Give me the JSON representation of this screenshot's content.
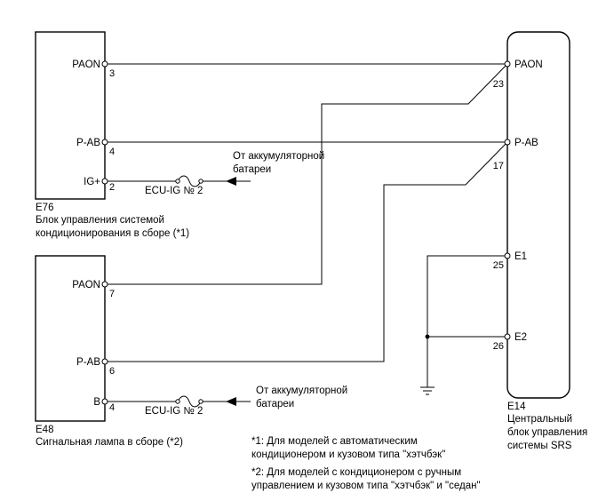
{
  "e76": {
    "code": "E76",
    "name_line1": "Блок управления системой",
    "name_line2": "кондиционирования в сборе (*1)",
    "pins": [
      {
        "signal": "PAON",
        "number": "3"
      },
      {
        "signal": "P-AB",
        "number": "4"
      },
      {
        "signal": "IG+",
        "number": "2"
      }
    ],
    "battery_line1": "От аккумуляторной",
    "battery_line2": "батареи",
    "fuse": "ECU-IG № 2"
  },
  "e48": {
    "code": "E48",
    "name": "Сигнальная лампа в сборе (*2)",
    "pins": [
      {
        "signal": "PAON",
        "number": "7"
      },
      {
        "signal": "P-AB",
        "number": "6"
      },
      {
        "signal": "B",
        "number": "4"
      }
    ],
    "battery_line1": "От аккумуляторной",
    "battery_line2": "батареи",
    "fuse": "ECU-IG № 2"
  },
  "e14": {
    "code": "E14",
    "name_line1": "Центральный",
    "name_line2": "блок управления",
    "name_line3": "системы SRS",
    "pins": [
      {
        "signal": "PAON",
        "number": "23"
      },
      {
        "signal": "P-AB",
        "number": "17"
      },
      {
        "signal": "E1",
        "number": "25"
      },
      {
        "signal": "E2",
        "number": "26"
      }
    ]
  },
  "notes": {
    "note1_line1": "*1: Для моделей с автоматическим",
    "note1_line2": "кондиционером и кузовом типа \"хэтчбэк\"",
    "note2_line1": "*2: Для моделей с кондиционером с ручным",
    "note2_line2": "управлением и кузовом типа \"хэтчбэк\" и \"седан\""
  }
}
